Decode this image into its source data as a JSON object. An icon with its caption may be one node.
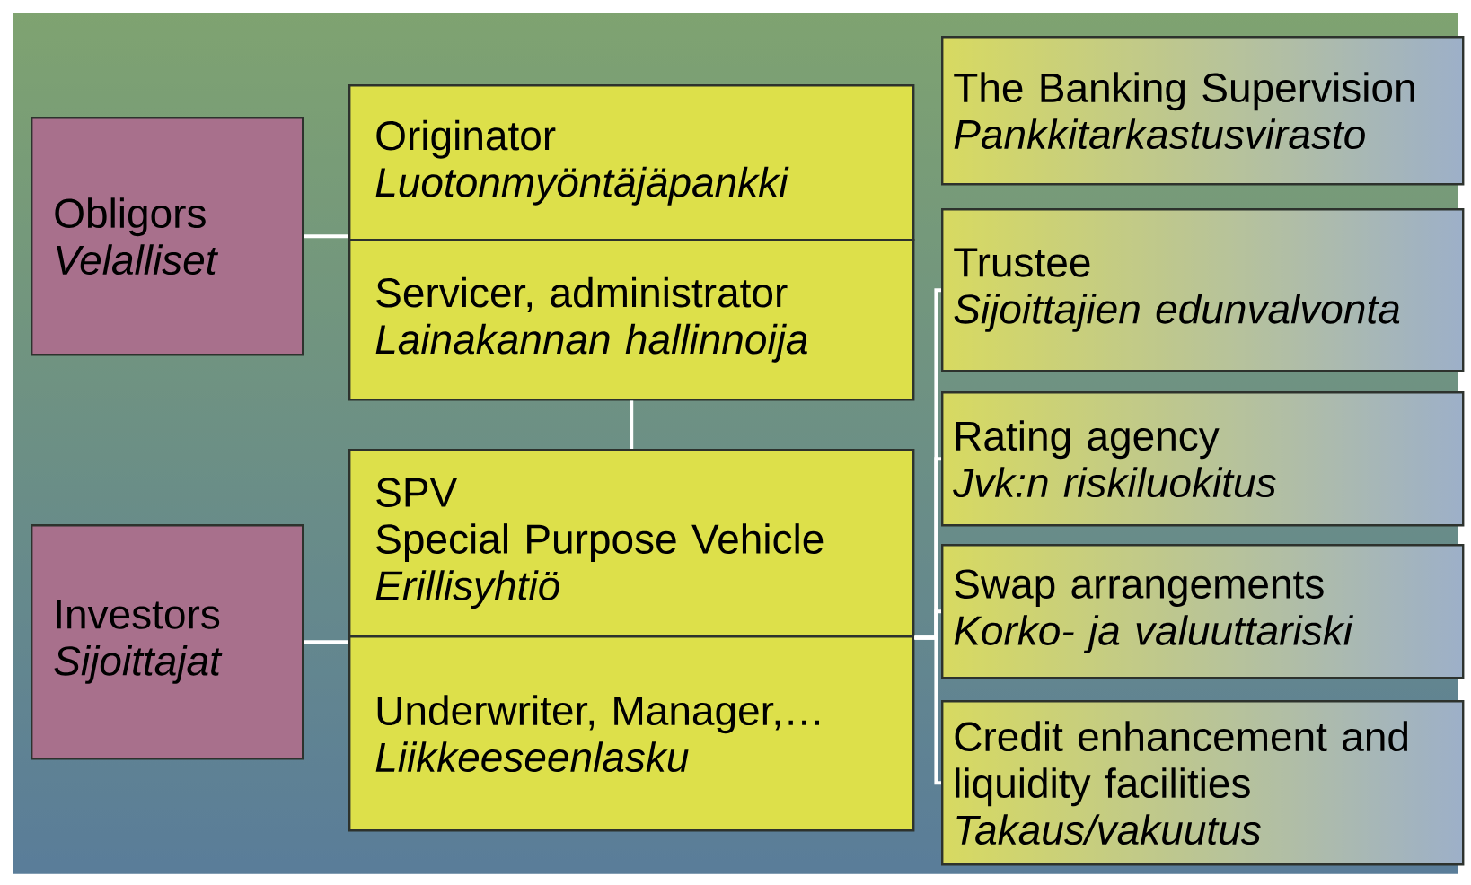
{
  "diagram": {
    "nodes": [
      {
        "text": [
          "Obligors",
          "Velalliset"
        ]
      },
      {
        "text": [
          "Investors",
          "Sijoittajat"
        ]
      },
      {
        "text": [
          "Originator",
          "Luotonmyöntäjäpankki"
        ]
      },
      {
        "text": [
          "Servicer, administrator",
          "Lainakannan hallinnoija"
        ]
      },
      {
        "text": [
          "SPV",
          "Special Purpose Vehicle",
          "Erillisyhtiö"
        ]
      },
      {
        "text": [
          "Underwriter, Manager,…",
          "Liikkeeseenlasku"
        ]
      },
      {
        "text": [
          "The Banking Supervision",
          "Pankkitarkastusvirasto"
        ]
      },
      {
        "text": [
          "Trustee",
          "Sijoittajien edunvalvonta"
        ]
      },
      {
        "text": [
          "Rating agency",
          "Jvk:n riskiluokitus"
        ]
      },
      {
        "text": [
          "Swap arrangements",
          "Korko- ja valuuttariski"
        ]
      },
      {
        "text": [
          "Credit enhancement and liquidity facilities",
          "Takaus/vakuutus"
        ]
      }
    ],
    "edges": [
      {
        "from": 0,
        "to": 2,
        "arrow": "none"
      },
      {
        "from": 3,
        "to": 4,
        "arrow": "none"
      },
      {
        "from": 1,
        "to": 4,
        "arrow": "none"
      },
      {
        "from": 4,
        "to": 7,
        "arrow": "none"
      },
      {
        "from": 4,
        "to": 8,
        "arrow": "none"
      },
      {
        "from": 4,
        "to": 9,
        "arrow": "none"
      },
      {
        "from": 4,
        "to": 10,
        "arrow": "none"
      }
    ]
  }
}
